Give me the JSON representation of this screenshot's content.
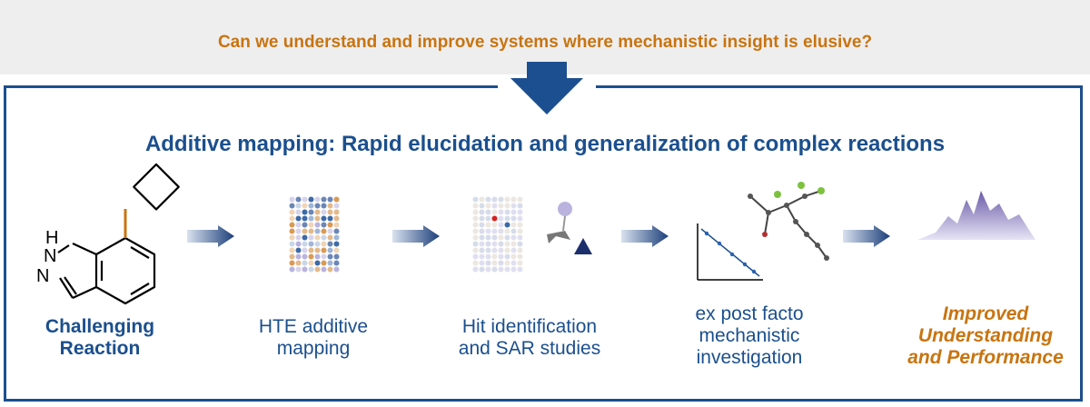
{
  "header": {
    "question": "Can we understand and improve systems where mechanistic insight is elusive?"
  },
  "main": {
    "subtitle": "Additive mapping: Rapid elucidation and generalization of complex reactions"
  },
  "molecule": {
    "atom_h": "H",
    "atom_n1": "N",
    "atom_n2": "N"
  },
  "steps": [
    {
      "line1": "Challenging",
      "line2": "Reaction"
    },
    {
      "line1": "HTE additive",
      "line2": "mapping"
    },
    {
      "line1": "Hit identification",
      "line2": "and SAR studies"
    },
    {
      "line1": "ex post facto",
      "line2": "mechanistic",
      "line3": "investigation"
    },
    {
      "line1": "Improved",
      "line2": "Understanding",
      "line3": "and Performance"
    }
  ],
  "colors": {
    "blue": "#1b4f8e",
    "orange": "#c87410",
    "band": "#efeeee"
  }
}
